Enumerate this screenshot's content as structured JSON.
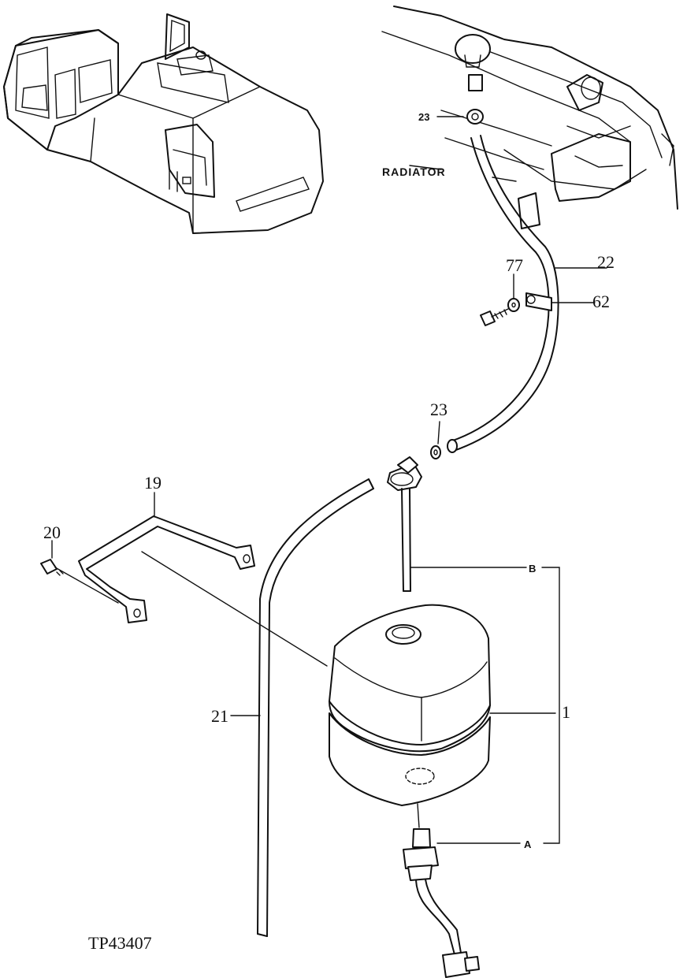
{
  "labels": {
    "radiator": "RADIATOR",
    "drawing_code": "TP43407",
    "tank": "1",
    "bracket": "19",
    "bolt_bracket": "20",
    "overflow_hose": "21",
    "radiator_hose": "22",
    "hose_clamp_top": "23",
    "hose_clamp_mid": "23",
    "clip": "62",
    "washer": "77",
    "connector_a": "A",
    "connector_b": "B"
  }
}
